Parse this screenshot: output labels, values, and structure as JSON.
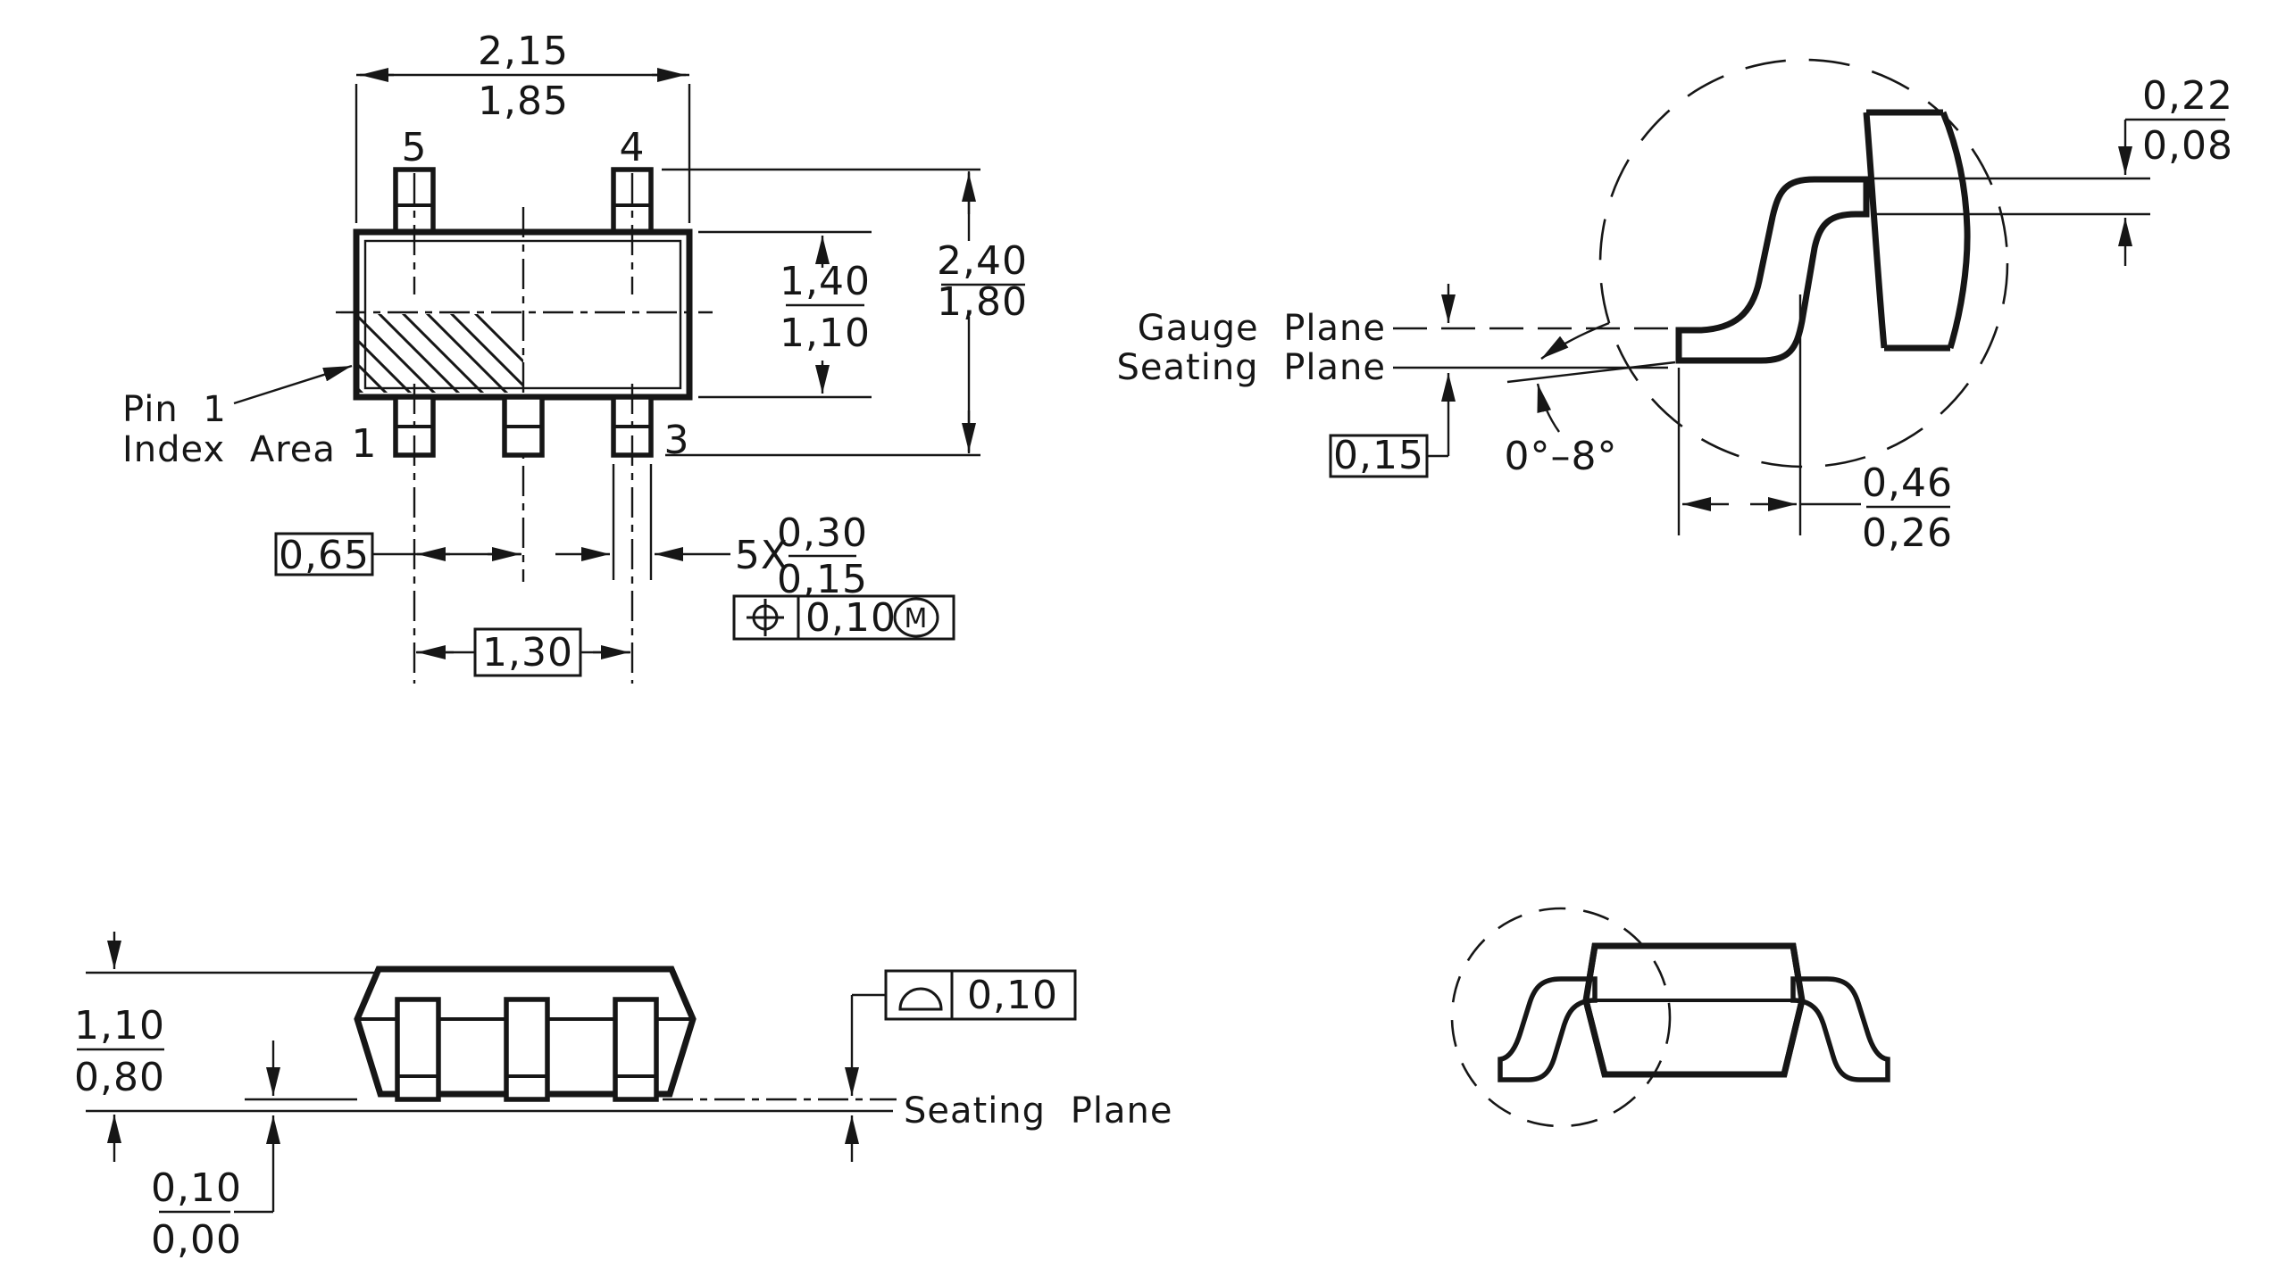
{
  "colors": {
    "ink": "#161616",
    "background": "#ffffff"
  },
  "top_view": {
    "dim_width": {
      "max": "2,15",
      "min": "1,85"
    },
    "dim_overall": {
      "max": "2,40",
      "min": "1,80"
    },
    "dim_body": {
      "max": "1,40",
      "min": "1,10"
    },
    "dim_pitch": "0,65",
    "dim_span": "1,30",
    "lead_count_prefix": "5X",
    "dim_lead_width": {
      "max": "0,30",
      "min": "0,15"
    },
    "tolerance_frame": {
      "value": "0,10",
      "modifier": "M"
    },
    "pin_labels": {
      "top_left": "5",
      "top_right": "4",
      "bottom_left": "1",
      "bottom_right": "3"
    },
    "pin1_note": {
      "line1": "Pin 1",
      "line2": "Index Area"
    }
  },
  "lead_detail": {
    "dim_thickness": {
      "max": "0,22",
      "min": "0,08"
    },
    "labels": {
      "gauge_plane": "Gauge Plane",
      "seating_plane": "Seating Plane"
    },
    "dim_gauge_to_seating": "0,15",
    "angle_range": "0°–8°",
    "dim_foot_length": {
      "max": "0,46",
      "min": "0,26"
    }
  },
  "side_view": {
    "dim_height": {
      "max": "1,10",
      "min": "0,80"
    },
    "dim_standoff": {
      "max": "0,10",
      "min": "0,00"
    },
    "flatness_frame": {
      "value": "0,10"
    },
    "label_seating_plane": "Seating Plane"
  }
}
